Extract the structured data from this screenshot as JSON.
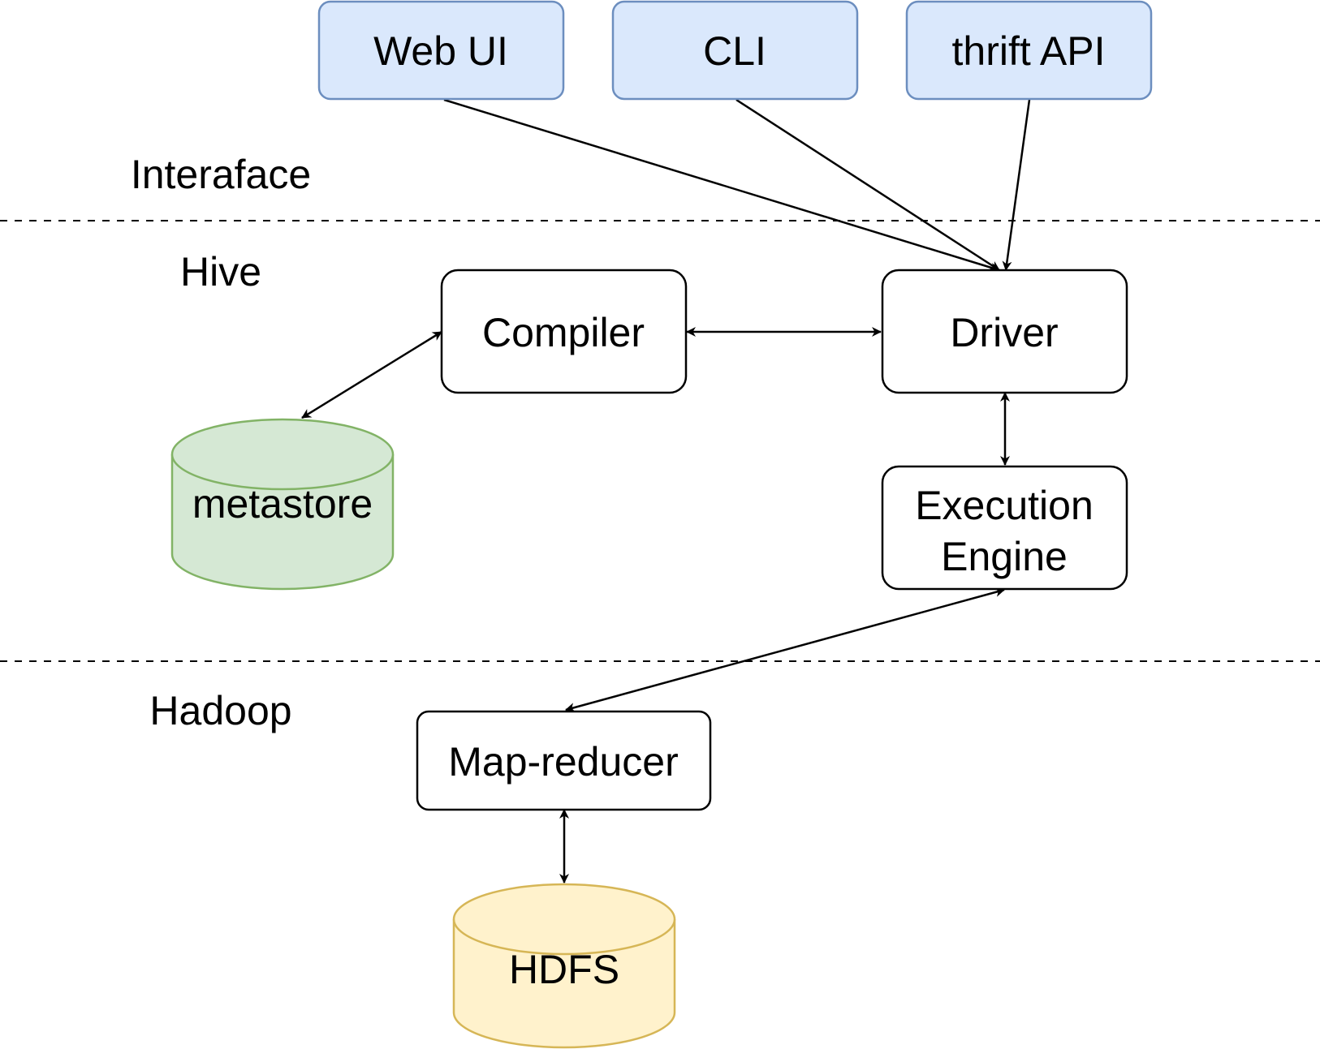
{
  "layers": {
    "interface": "Interaface",
    "hive": "Hive",
    "hadoop": "Hadoop"
  },
  "nodes": {
    "web_ui": "Web UI",
    "cli": "CLI",
    "thrift_api": "thrift API",
    "compiler": "Compiler",
    "driver": "Driver",
    "execution_engine": [
      "Execution",
      "Engine"
    ],
    "metastore": "metastore",
    "map_reducer": "Map-reducer",
    "hdfs": "HDFS"
  },
  "colors": {
    "interface_fill": "#dae8fc",
    "interface_stroke": "#6c8ebf",
    "metastore_fill": "#d5e8d4",
    "metastore_stroke": "#82b366",
    "hdfs_fill": "#fff2cc",
    "hdfs_stroke": "#d6b656",
    "box_fill": "#ffffff",
    "box_stroke": "#000000"
  },
  "edges": [
    {
      "from": "web_ui",
      "to": "driver",
      "direction": "forward"
    },
    {
      "from": "cli",
      "to": "driver",
      "direction": "forward"
    },
    {
      "from": "thrift_api",
      "to": "driver",
      "direction": "forward"
    },
    {
      "from": "compiler",
      "to": "driver",
      "direction": "both"
    },
    {
      "from": "compiler",
      "to": "metastore",
      "direction": "both"
    },
    {
      "from": "driver",
      "to": "execution_engine",
      "direction": "both"
    },
    {
      "from": "execution_engine",
      "to": "map_reducer",
      "direction": "both"
    },
    {
      "from": "map_reducer",
      "to": "hdfs",
      "direction": "both"
    }
  ]
}
